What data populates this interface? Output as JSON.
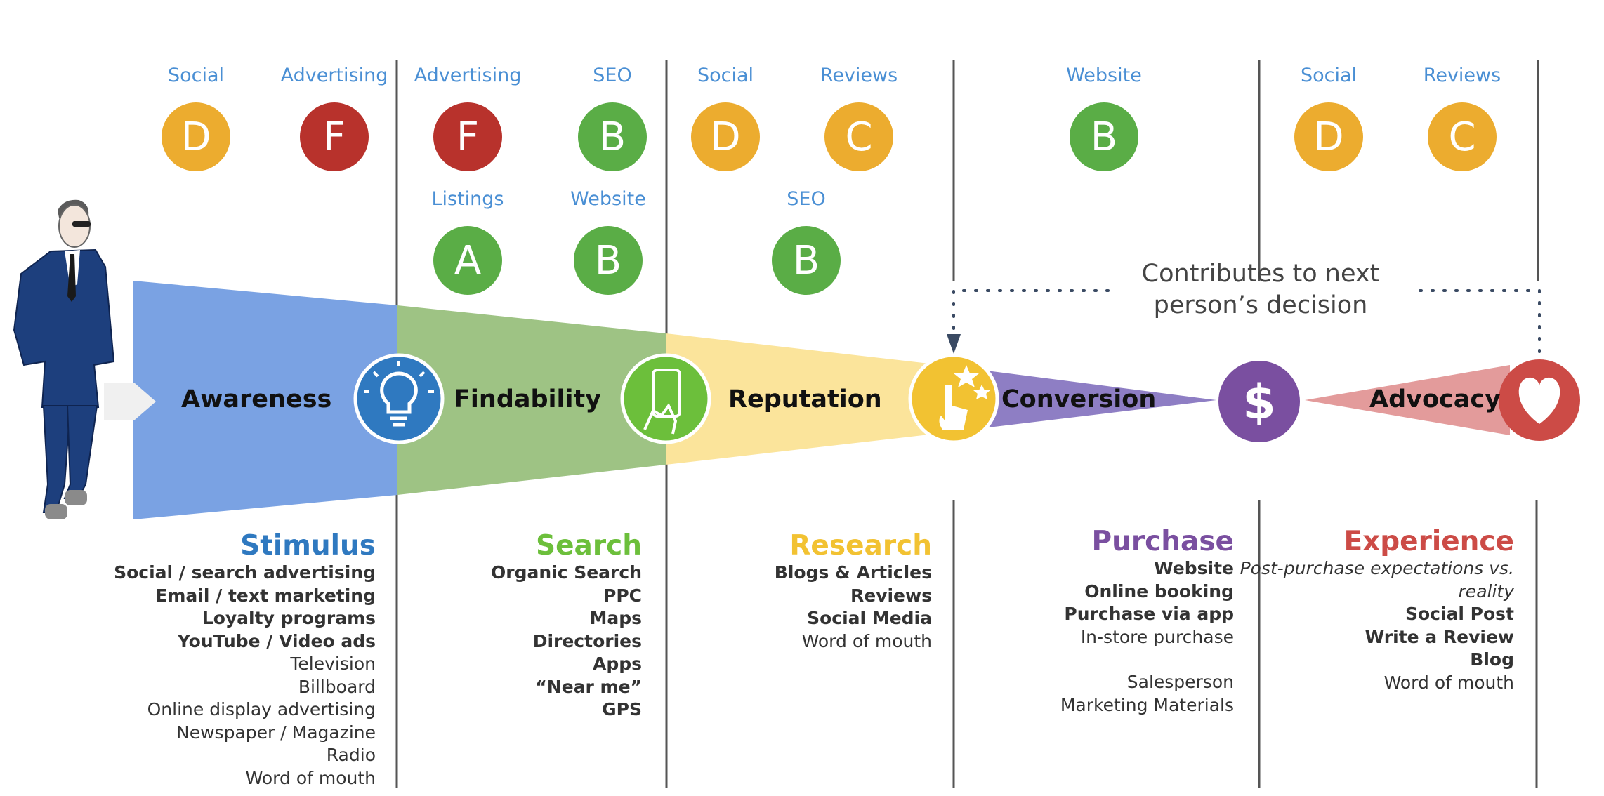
{
  "colors": {
    "awareness": "#7aa2e3",
    "findability": "#9ec384",
    "reputation": "#fbe49b",
    "conversion": "#8e7ec4",
    "advocacy": "#e39b9b",
    "stimulus": "#2f79c0",
    "search": "#6cbf3b",
    "research": "#f2c232",
    "purchase": "#7a4fa0",
    "experience": "#cc4b46",
    "grade_label": "#4a8fd4",
    "grade_A": "#5aad46",
    "grade_B": "#5aad46",
    "grade_C": "#ecac2f",
    "grade_D": "#ecac2f",
    "grade_F": "#b8322c"
  },
  "grades": [
    {
      "label": "Social",
      "grade": "D"
    },
    {
      "label": "Advertising",
      "grade": "F"
    },
    {
      "label": "Advertising",
      "grade": "F"
    },
    {
      "label": "SEO",
      "grade": "B"
    },
    {
      "label": "Listings",
      "grade": "A"
    },
    {
      "label": "Website",
      "grade": "B"
    },
    {
      "label": "Social",
      "grade": "D"
    },
    {
      "label": "Reviews",
      "grade": "C"
    },
    {
      "label": "SEO",
      "grade": "B"
    },
    {
      "label": "Website",
      "grade": "B"
    },
    {
      "label": "Social",
      "grade": "D"
    },
    {
      "label": "Reviews",
      "grade": "C"
    }
  ],
  "stages": [
    {
      "label": "Awareness",
      "icon": "lightbulb-icon"
    },
    {
      "label": "Findability",
      "icon": "smartphone-tap-icon"
    },
    {
      "label": "Reputation",
      "icon": "click-stars-icon"
    },
    {
      "label": "Conversion",
      "icon": "dollar-icon"
    },
    {
      "label": "Advocacy",
      "icon": "heart-icon"
    }
  ],
  "note": {
    "line1": "Contributes to next",
    "line2": "person’s decision"
  },
  "columns": {
    "stimulus": {
      "heading": "Stimulus",
      "items": [
        {
          "text": "Social / search advertising",
          "bold": true
        },
        {
          "text": "Email / text marketing",
          "bold": true
        },
        {
          "text": "Loyalty programs",
          "bold": true
        },
        {
          "text": "YouTube / Video ads",
          "bold": true
        },
        {
          "text": "Television"
        },
        {
          "text": "Billboard"
        },
        {
          "text": "Online display advertising"
        },
        {
          "text": "Newspaper / Magazine"
        },
        {
          "text": "Radio"
        },
        {
          "text": "Word of mouth"
        }
      ]
    },
    "search": {
      "heading": "Search",
      "items": [
        {
          "text": "Organic Search",
          "bold": true
        },
        {
          "text": "PPC",
          "bold": true
        },
        {
          "text": "Maps",
          "bold": true
        },
        {
          "text": "Directories",
          "bold": true
        },
        {
          "text": "Apps",
          "bold": true
        },
        {
          "text": "“Near me”",
          "bold": true
        },
        {
          "text": "GPS",
          "bold": true
        }
      ]
    },
    "research": {
      "heading": "Research",
      "items": [
        {
          "text": "Blogs & Articles",
          "bold": true
        },
        {
          "text": "Reviews",
          "bold": true
        },
        {
          "text": "Social Media",
          "bold": true
        },
        {
          "text": "Word of mouth"
        }
      ]
    },
    "purchase": {
      "heading": "Purchase",
      "items": [
        {
          "text": "Website",
          "bold": true
        },
        {
          "text": "Online booking",
          "bold": true
        },
        {
          "text": "Purchase via app",
          "bold": true
        },
        {
          "text": "In-store purchase"
        },
        {
          "text": ""
        },
        {
          "text": "Salesperson"
        },
        {
          "text": "Marketing Materials"
        }
      ]
    },
    "experience": {
      "heading": "Experience",
      "items": [
        {
          "text": "Post-purchase expectations vs.",
          "italic": true
        },
        {
          "text": "reality",
          "italic": true
        },
        {
          "text": "Social Post",
          "bold": true
        },
        {
          "text": "Write a Review",
          "bold": true
        },
        {
          "text": "Blog",
          "bold": true
        },
        {
          "text": "Word of mouth"
        }
      ]
    }
  }
}
